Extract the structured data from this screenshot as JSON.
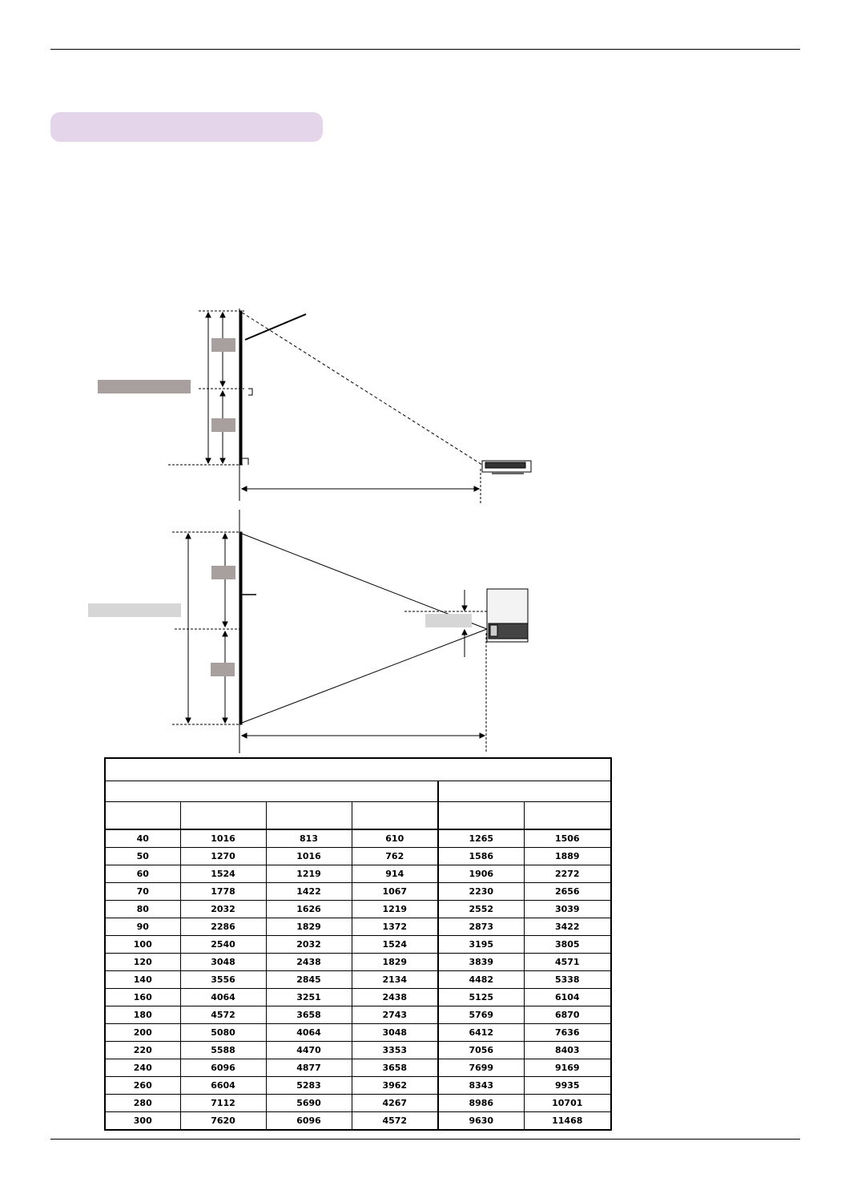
{
  "table": {
    "title": "",
    "group_left": "",
    "group_right": "",
    "columns": [
      "",
      "",
      "",
      "",
      "",
      ""
    ],
    "rows": [
      [
        "40",
        "1016",
        "813",
        "610",
        "1265",
        "1506"
      ],
      [
        "50",
        "1270",
        "1016",
        "762",
        "1586",
        "1889"
      ],
      [
        "60",
        "1524",
        "1219",
        "914",
        "1906",
        "2272"
      ],
      [
        "70",
        "1778",
        "1422",
        "1067",
        "2230",
        "2656"
      ],
      [
        "80",
        "2032",
        "1626",
        "1219",
        "2552",
        "3039"
      ],
      [
        "90",
        "2286",
        "1829",
        "1372",
        "2873",
        "3422"
      ],
      [
        "100",
        "2540",
        "2032",
        "1524",
        "3195",
        "3805"
      ],
      [
        "120",
        "3048",
        "2438",
        "1829",
        "3839",
        "4571"
      ],
      [
        "140",
        "3556",
        "2845",
        "2134",
        "4482",
        "5338"
      ],
      [
        "160",
        "4064",
        "3251",
        "2438",
        "5125",
        "6104"
      ],
      [
        "180",
        "4572",
        "3658",
        "2743",
        "5769",
        "6870"
      ],
      [
        "200",
        "5080",
        "4064",
        "3048",
        "6412",
        "7636"
      ],
      [
        "220",
        "5588",
        "4470",
        "3353",
        "7056",
        "8403"
      ],
      [
        "240",
        "6096",
        "4877",
        "3658",
        "7699",
        "9169"
      ],
      [
        "260",
        "6604",
        "5283",
        "3962",
        "8343",
        "9935"
      ],
      [
        "280",
        "7112",
        "5690",
        "4267",
        "8986",
        "10701"
      ],
      [
        "300",
        "7620",
        "6096",
        "4572",
        "9630",
        "11468"
      ]
    ]
  },
  "colors": {
    "section_pill": "#e5d5ea",
    "label_box_dark": "#a8a09e",
    "label_box_light": "#d6d6d6"
  }
}
